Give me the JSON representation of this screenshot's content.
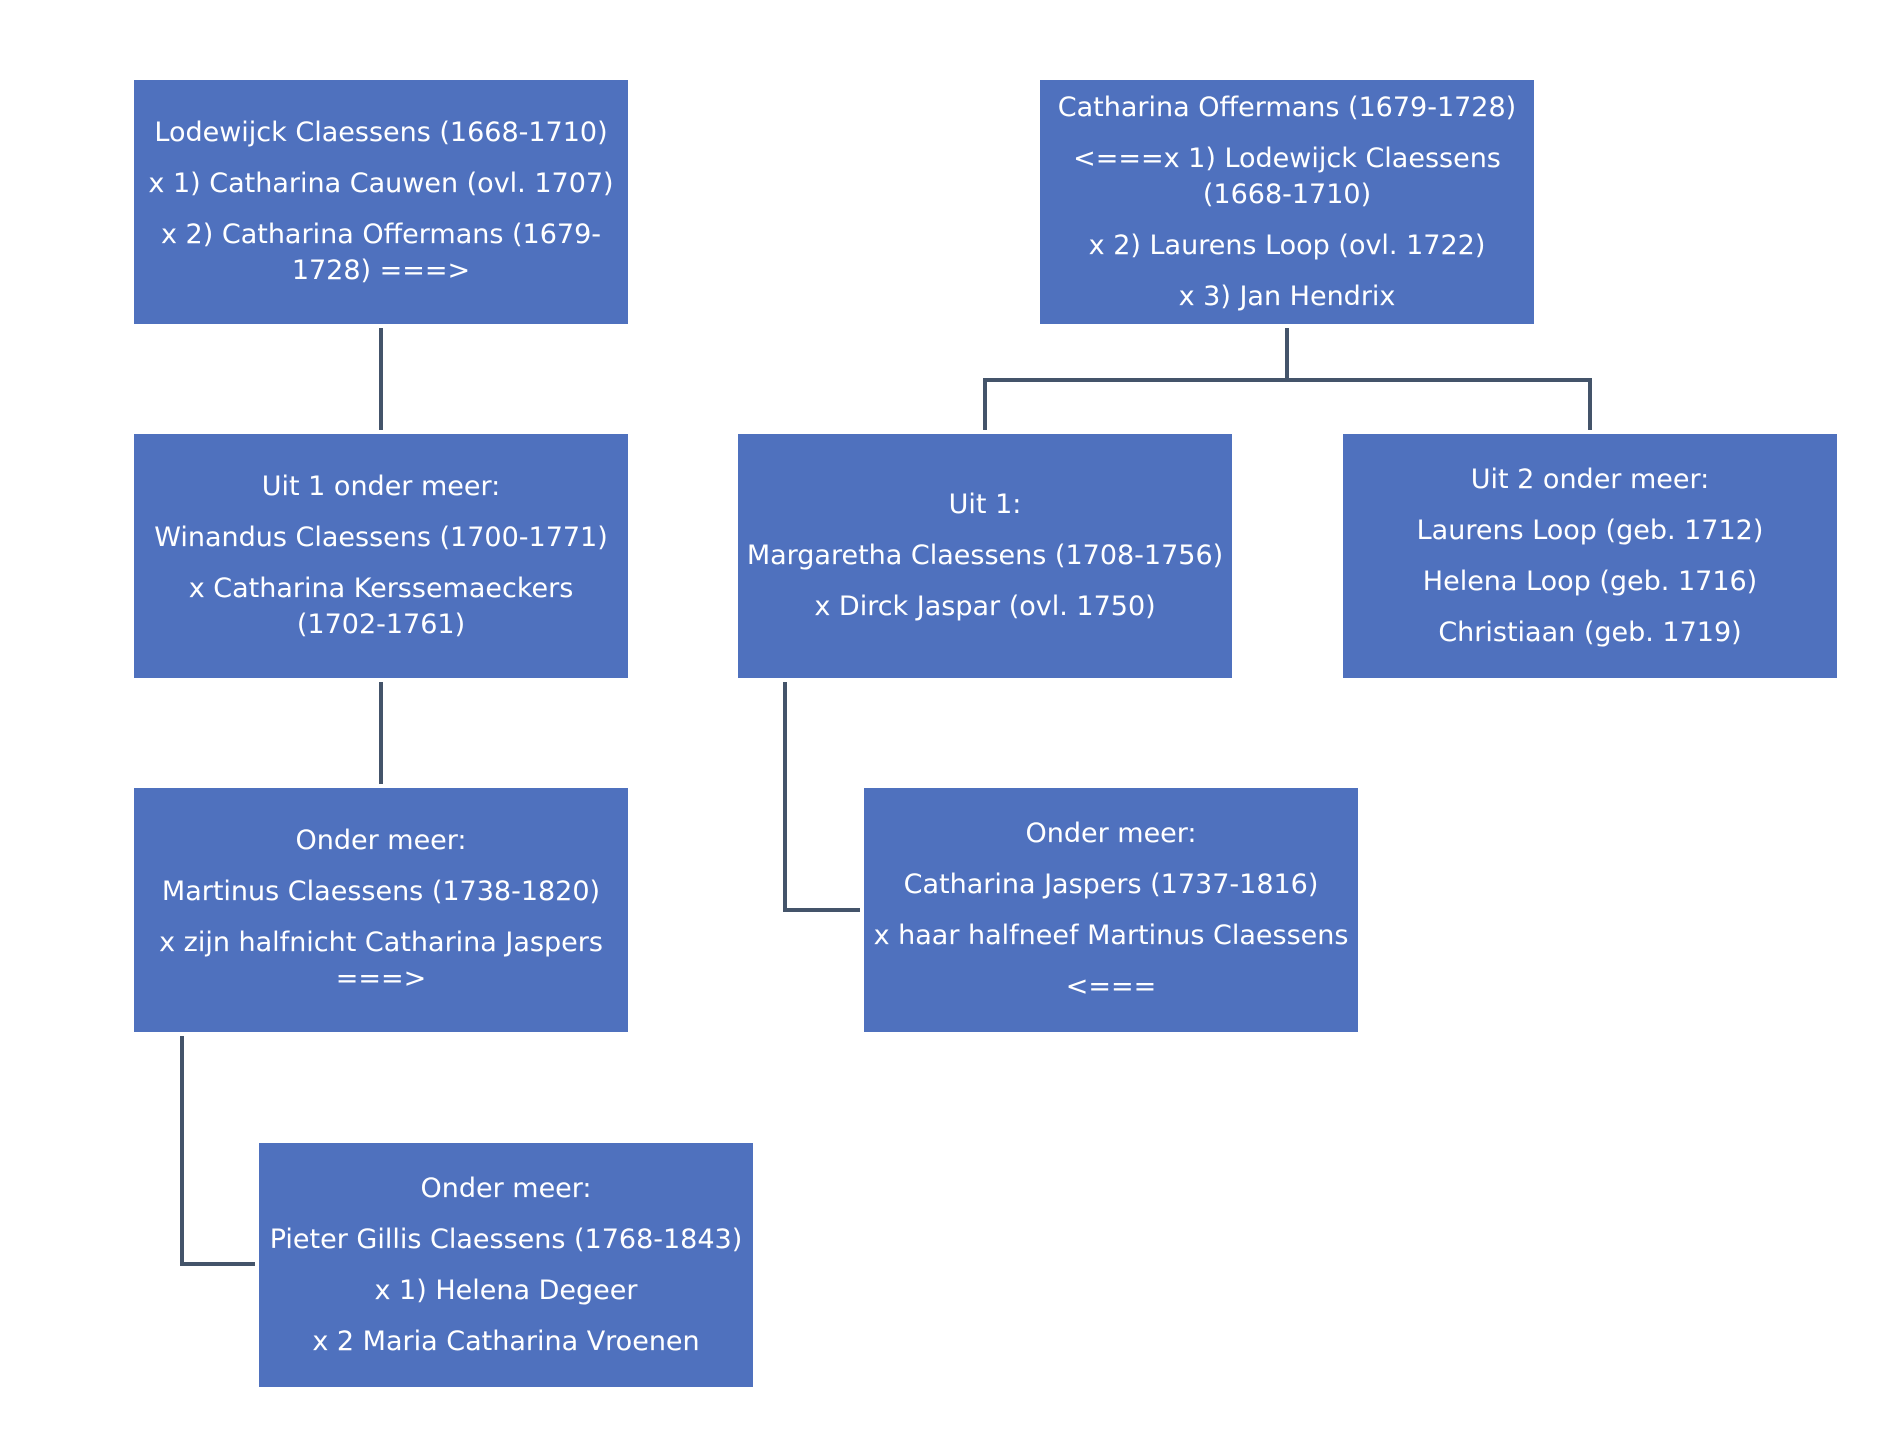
{
  "colors": {
    "box_fill": "#4f71be",
    "box_text": "#ffffff",
    "connector": "#44546a"
  },
  "boxes": {
    "lodewijck": [
      "Lodewijck Claessens (1668-1710)",
      "x 1) Catharina Cauwen (ovl. 1707)",
      "x 2) Catharina Offermans (1679-1728) ===>"
    ],
    "catharina": [
      "Catharina Offermans (1679-1728)",
      "<===x 1) Lodewijck Claessens (1668-1710)",
      "x 2) Laurens Loop (ovl. 1722)",
      "x 3) Jan Hendrix"
    ],
    "winandus": [
      "Uit 1 onder meer:",
      "Winandus Claessens (1700-1771)",
      "x Catharina Kerssemaeckers (1702-1761)"
    ],
    "margaretha": [
      "Uit 1:",
      "Margaretha Claessens (1708-1756)",
      "x Dirck Jaspar (ovl. 1750)"
    ],
    "laurens": [
      "Uit 2 onder meer:",
      "Laurens Loop (geb. 1712)",
      "Helena Loop (geb. 1716)",
      "Christiaan (geb. 1719)"
    ],
    "martinus": [
      "Onder meer:",
      "Martinus Claessens (1738-1820)",
      "x zijn halfnicht Catharina Jaspers ===>"
    ],
    "jaspers": [
      "Onder meer:",
      "Catharina Jaspers (1737-1816)",
      "x haar halfneef Martinus Claessens",
      "<==="
    ],
    "pieter": [
      "Onder meer:",
      "Pieter Gillis Claessens (1768-1843)",
      "x 1) Helena Degeer",
      "x 2 Maria Catharina Vroenen"
    ]
  }
}
